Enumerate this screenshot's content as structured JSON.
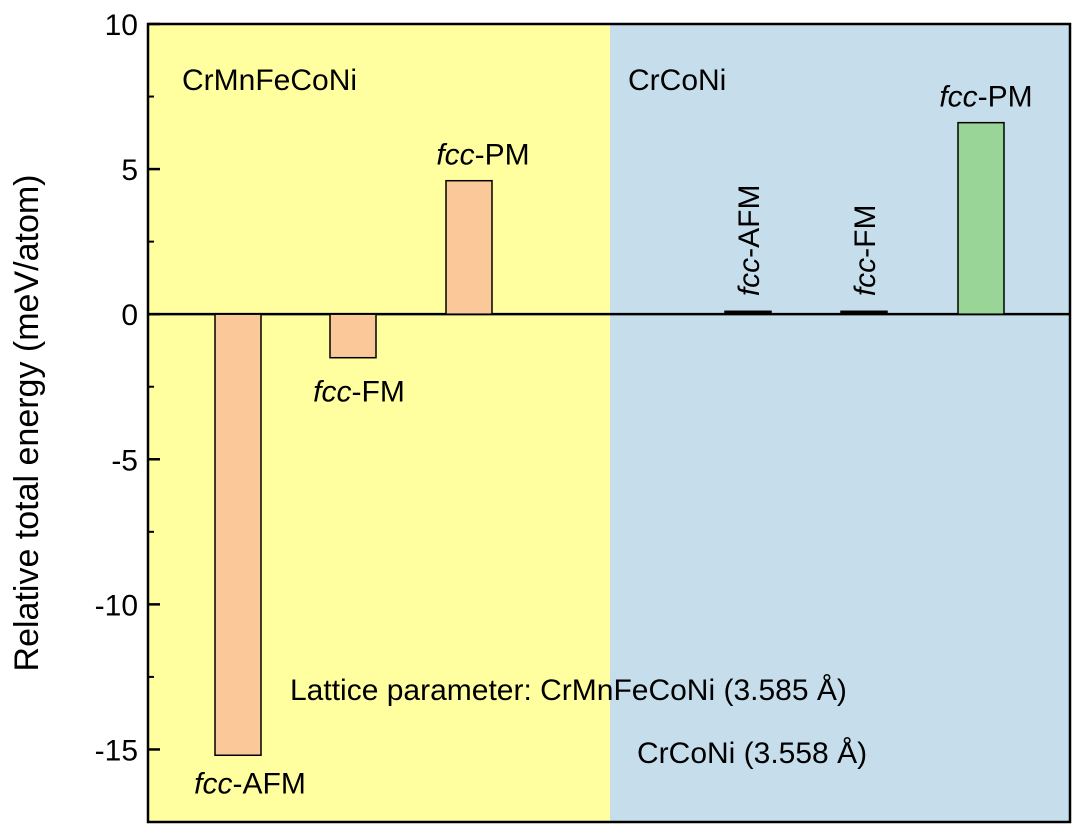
{
  "chart_data": {
    "type": "bar",
    "title": "",
    "xlabel": "",
    "ylabel": "Relative total energy (meV/atom)",
    "ylim": [
      -17.5,
      10
    ],
    "yticks": [
      10,
      5,
      0,
      -5,
      -10,
      -15
    ],
    "grid": false,
    "panels": [
      {
        "name": "CrMnFeCoNi",
        "background": "#ffff9f",
        "bars": [
          {
            "category": "fcc-AFM",
            "value": -15.2,
            "color": "#fbc89a",
            "label_italic": "fcc",
            "label_rest": "-AFM"
          },
          {
            "category": "fcc-FM",
            "value": -1.5,
            "color": "#fbc89a",
            "label_italic": "fcc",
            "label_rest": "-FM"
          },
          {
            "category": "fcc-PM",
            "value": 4.6,
            "color": "#fbc89a",
            "label_italic": "fcc",
            "label_rest": "-PM"
          }
        ]
      },
      {
        "name": "CrCoNi",
        "background": "#c6deec",
        "bars": [
          {
            "category": "fcc-AFM",
            "value": 0.1,
            "color": "#000000",
            "label_italic": "fcc",
            "label_rest": "-AFM"
          },
          {
            "category": "fcc-FM",
            "value": 0.1,
            "color": "#000000",
            "label_italic": "fcc",
            "label_rest": "-FM"
          },
          {
            "category": "fcc-PM",
            "value": 6.6,
            "color": "#98d597",
            "label_italic": "fcc",
            "label_rest": "-PM"
          }
        ]
      }
    ],
    "annotations": [
      "Lattice parameter: CrMnFeCoNi (3.585 Å)",
      "CrCoNi (3.558 Å)"
    ]
  }
}
